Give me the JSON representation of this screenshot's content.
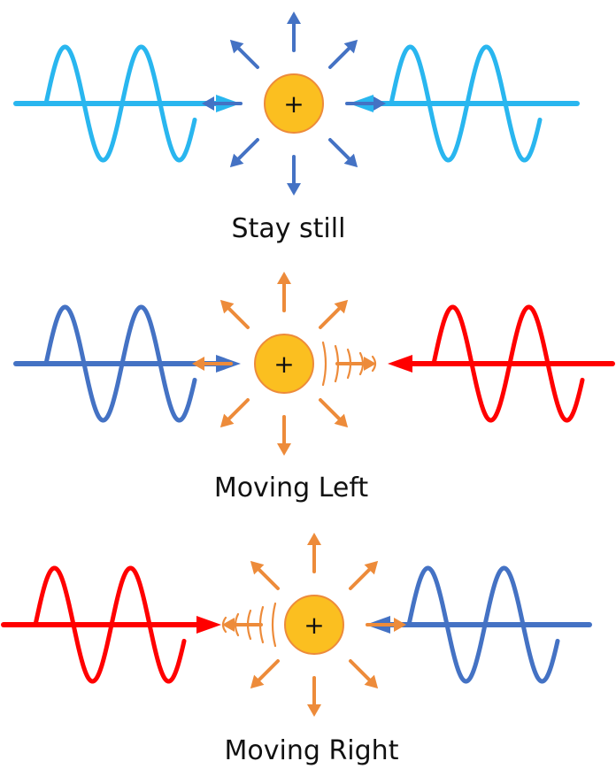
{
  "panels": [
    {
      "caption": "Stay still",
      "charge_symbol": "+",
      "left_wave_color": "#29b6ef",
      "right_wave_color": "#29b6ef",
      "emission_arrow_color": "#4472c4",
      "doppler_arcs": "none"
    },
    {
      "caption": "Moving Left",
      "charge_symbol": "+",
      "left_wave_color": "#4472c4",
      "right_wave_color": "#ff0000",
      "emission_arrow_color": "#ed8b3a",
      "doppler_arcs": "right"
    },
    {
      "caption": "Moving Right",
      "charge_symbol": "+",
      "left_wave_color": "#ff0000",
      "right_wave_color": "#4472c4",
      "emission_arrow_color": "#ed8b3a",
      "doppler_arcs": "left"
    }
  ],
  "colors": {
    "charge_fill": "#fbbf20",
    "charge_stroke": "#ed8b3a",
    "arc_color": "#ed8b3a"
  }
}
